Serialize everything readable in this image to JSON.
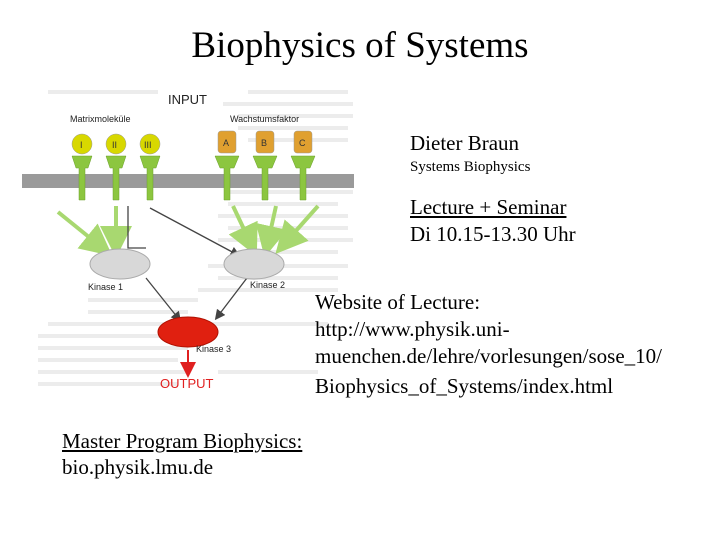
{
  "slide": {
    "title": "Biophysics of Systems",
    "author": "Dieter Braun",
    "group": "Systems Biophysics",
    "lecture_heading": "Lecture + Seminar",
    "lecture_time": "Di 10.15-13.30 Uhr",
    "website_heading": "Website of Lecture:",
    "website_url_lines": [
      "http://www.physik.uni-",
      "muenchen.de/lehre/vorlesungen/sose_10/",
      "Biophysics_of_Systems/index.html"
    ],
    "master_heading": "Master Program Biophysics:",
    "master_url": "bio.physik.lmu.de"
  },
  "figure": {
    "input_label": "INPUT",
    "matrix_label": "Matrixmoleküle",
    "growth_label": "Wachstumsfaktor",
    "ligands_left": [
      "I",
      "II",
      "III"
    ],
    "ligands_right": [
      "A",
      "B",
      "C"
    ],
    "kinase1": "Kinase 1",
    "kinase2": "Kinase 2",
    "kinase3": "Kinase 3",
    "output_label": "OUTPUT",
    "colors": {
      "matrix_ligand": "#d8d800",
      "growth_ligand": "#e0a030",
      "receptor": "#8cc63f",
      "membrane": "#9a9a9a",
      "kinase": "#d8d8d8",
      "kinase3": "#e02010",
      "arrow_green": "#a8d870",
      "output_red": "#e02020"
    }
  }
}
